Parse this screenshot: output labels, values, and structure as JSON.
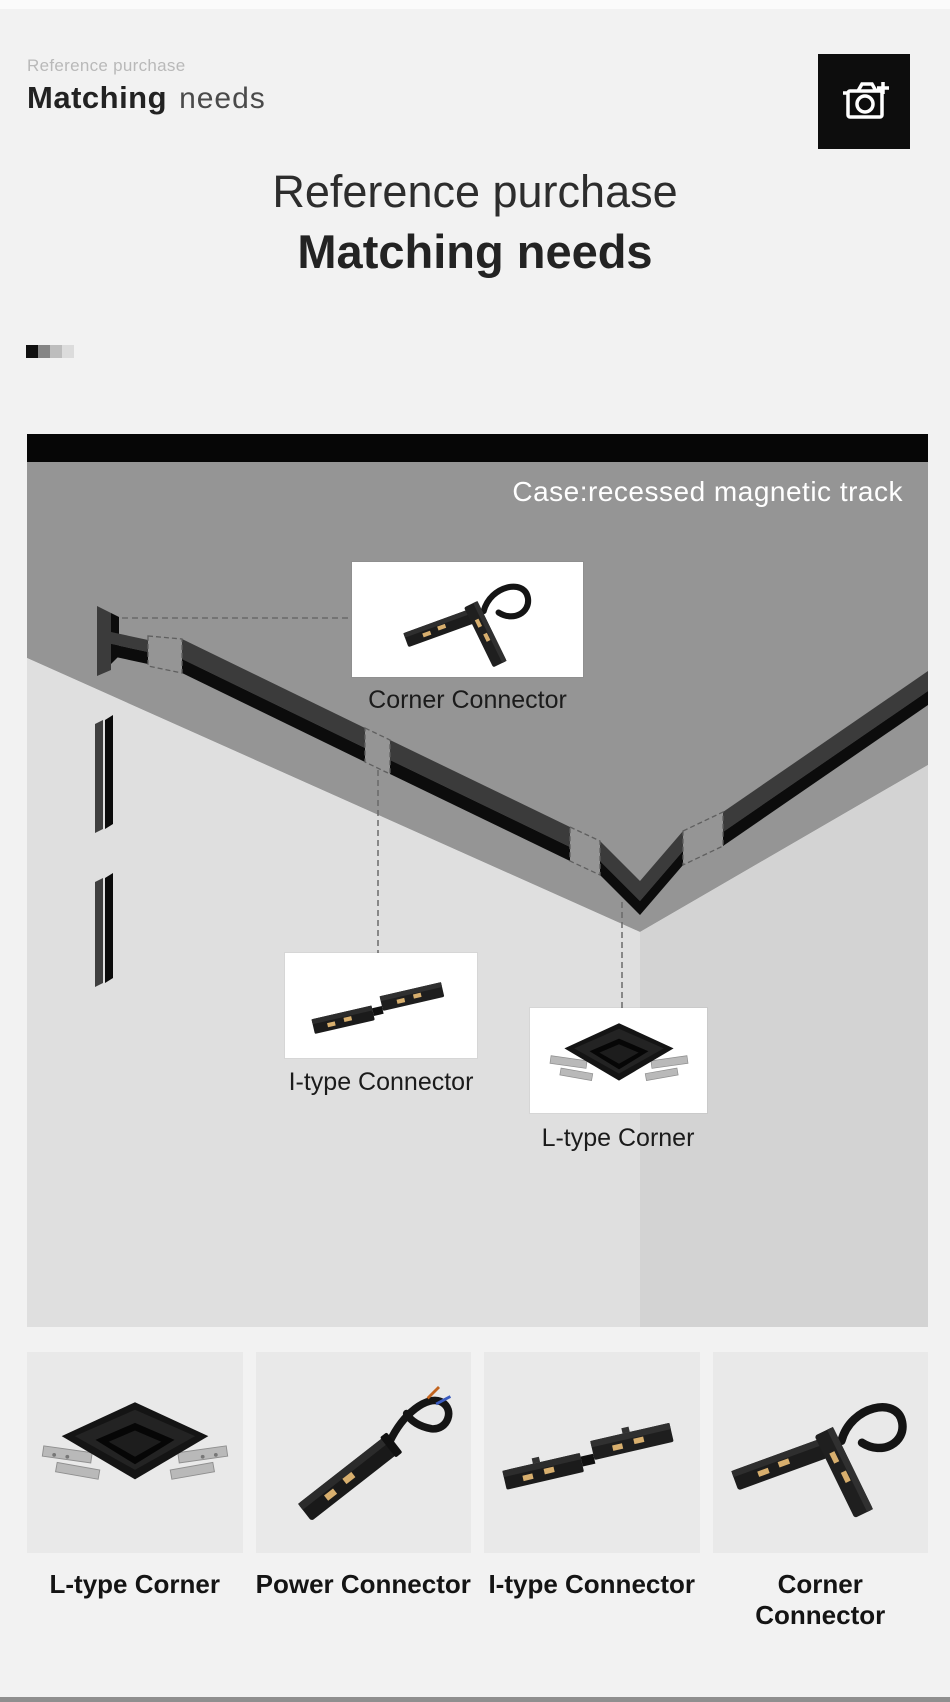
{
  "header": {
    "eyebrow": "Reference purchase",
    "title_bold": "Matching",
    "title_light": "needs",
    "camera_button_icon": "camera-plus-icon"
  },
  "hero": {
    "line1": "Reference purchase",
    "line2": "Matching needs"
  },
  "decor": {
    "gradient_squares": [
      "#101010",
      "#858585",
      "#bdbdbd",
      "#dcdcdc"
    ]
  },
  "scene": {
    "caption": "Case:recessed magnetic track",
    "callouts": [
      {
        "id": "corner-connector",
        "label": "Corner Connector"
      },
      {
        "id": "i-type-connector",
        "label": "I-type Connector"
      },
      {
        "id": "l-type-corner",
        "label": "L-type Corner"
      }
    ]
  },
  "products": [
    {
      "id": "l-type-corner",
      "label": "L-type Corner"
    },
    {
      "id": "power-connector",
      "label": "Power Connector"
    },
    {
      "id": "i-type-connector",
      "label": "I-type Connector"
    },
    {
      "id": "corner-connector",
      "label": "Corner Connector"
    }
  ],
  "colors": {
    "page_bg": "#f2f2f2",
    "ceiling": "#959595",
    "wall_left": "#dfdfdf",
    "wall_right": "#d3d3d3",
    "track_dark": "#3b3b3b",
    "track_black": "#0c0c0c",
    "scene_bar": "#060606",
    "card_bg": "#e9e9e9",
    "callout_card_bg": "#ffffff",
    "caption_text": "#ffffff",
    "eyebrow_text": "#b9b9b9",
    "heading_text": "#2d2d2d",
    "bottom_line": "#8f8f8f"
  }
}
